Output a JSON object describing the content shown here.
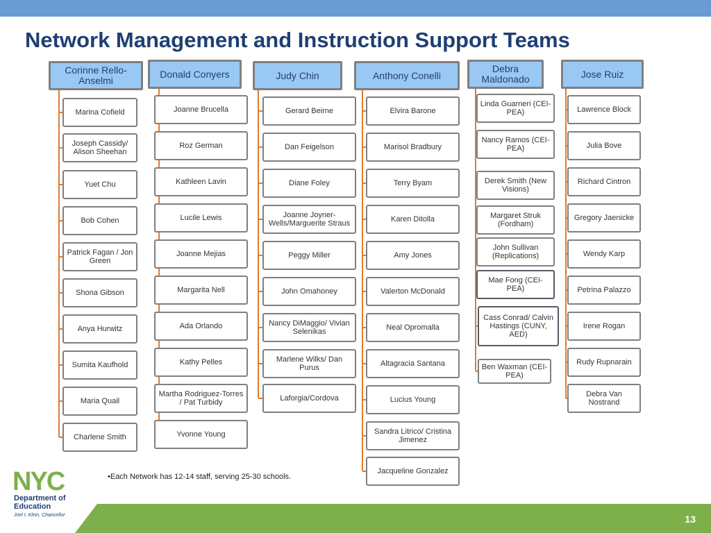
{
  "slide": {
    "title": "Network Management and Instruction Support Teams",
    "note": "•Each Network has 12-14 staff, serving 25-30 schools.",
    "page_number": "13"
  },
  "logo": {
    "letters": "NYC",
    "department": "Department of Education",
    "chancellor": "Joel I. Klein, Chancellor"
  },
  "colors": {
    "accent_blue": "#6a9bd1",
    "head_fill": "#99c8f5",
    "connector": "#e07b2f",
    "footer_green": "#7db04a",
    "title_navy": "#1f3f73"
  },
  "teams": [
    {
      "lead": "Corinne Rello-Anselmi",
      "members": [
        "Marina Cofield",
        "Joseph Cassidy/ Alison Sheehan",
        "Yuet Chu",
        "Bob Cohen",
        "Patrick Fagan / Jon Green",
        "Shona Gibson",
        "Anya Hurwitz",
        "Sumita Kaufhold",
        "Maria Quail",
        "Charlene Smith"
      ]
    },
    {
      "lead": "Donald Conyers",
      "members": [
        "Joanne Brucella",
        "Roz German",
        "Kathleen Lavin",
        "Lucile Lewis",
        "Joanne Mejias",
        "Margarita Nell",
        "Ada Orlando",
        "Kathy Pelles",
        "Martha Rodriguez-Torres /  Pat Turbidy",
        "Yvonne Young"
      ]
    },
    {
      "lead": "Judy Chin",
      "members": [
        "Gerard Beirne",
        "Dan Feigelson",
        "Diane Foley",
        "Joanne Joyner-Wells/Marguerite Straus",
        "Peggy Miller",
        "John Omahoney",
        "Nancy DiMaggio/ Vivian Selenikas",
        "Marlene Wilks/ Dan Purus",
        "Laforgia/Cordova"
      ]
    },
    {
      "lead": "Anthony Conelli",
      "members": [
        "Elvira Barone",
        "Marisol Bradbury",
        "Terry Byam",
        "Karen Ditolla",
        "Amy Jones",
        "Valerton McDonald",
        "Neal Opromalla",
        "Altagracia Santana",
        "Lucius Young",
        "Sandra Litrico/ Cristina Jimenez",
        "Jacqueline Gonzalez"
      ]
    },
    {
      "lead": "Debra Maldonado",
      "members": [
        "Linda Guarneri (CEI-PEA)",
        "Nancy Ramos (CEI-PEA)",
        "Derek Smith (New Visions)",
        "Margaret Struk (Fordham)",
        "John Sullivan (Replications)",
        "Mae Fong (CEI-PEA)",
        "Cass Conrad/ Calvin Hastings (CUNY, AED)",
        "Ben Waxman (CEI-PEA)"
      ]
    },
    {
      "lead": "Jose Ruiz",
      "members": [
        "Lawrence Block",
        "Julia Bove",
        "Richard Cintron",
        "Gregory Jaenicke",
        "Wendy Karp",
        "Petrina Palazzo",
        "Irene Rogan",
        "Rudy Rupnarain",
        "Debra Van Nostrand"
      ]
    }
  ]
}
